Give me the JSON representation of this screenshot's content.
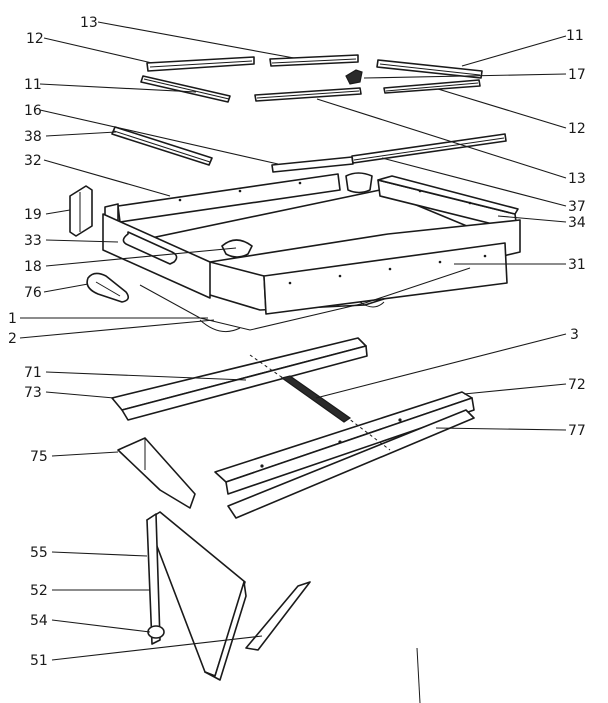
{
  "callouts": {
    "l11_left": "11",
    "l11_right": "11",
    "l12_left": "12",
    "l12_right": "12",
    "l13_top": "13",
    "l13_right": "13",
    "l16": "16",
    "l17": "17",
    "l38": "38",
    "l32": "32",
    "l37": "37",
    "l34": "34",
    "l19": "19",
    "l33": "33",
    "l18": "18",
    "l31": "31",
    "l76": "76",
    "l1": "1",
    "l2": "2",
    "l3": "3",
    "l71": "71",
    "l73": "73",
    "l72": "72",
    "l77": "77",
    "l75": "75",
    "l55": "55",
    "l52": "52",
    "l54": "54",
    "l51": "51"
  }
}
